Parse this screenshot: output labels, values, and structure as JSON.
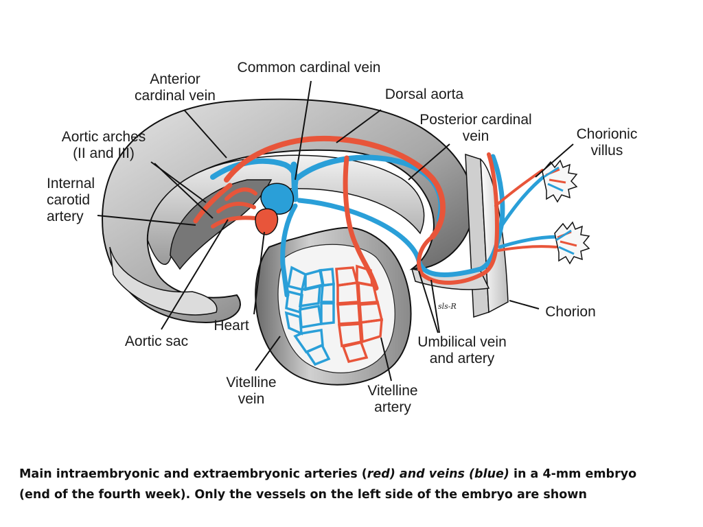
{
  "labels": {
    "anterior_cardinal_vein": [
      "Anterior",
      "cardinal vein"
    ],
    "common_cardinal_vein": [
      "Common cardinal vein"
    ],
    "dorsal_aorta": [
      "Dorsal aorta"
    ],
    "posterior_cardinal_vein": [
      "Posterior cardinal",
      "vein"
    ],
    "chorionic_villus": [
      "Chorionic",
      "villus"
    ],
    "aortic_arches": [
      "Aortic arches",
      "(II and III)"
    ],
    "internal_carotid_artery": [
      "Internal",
      "carotid",
      "artery"
    ],
    "heart": [
      "Heart"
    ],
    "aortic_sac": [
      "Aortic sac"
    ],
    "chorion": [
      "Chorion"
    ],
    "umbilical_vein_artery": [
      "Umbilical vein",
      "and artery"
    ],
    "vitelline_vein": [
      "Vitelline",
      "vein"
    ],
    "vitelline_artery": [
      "Vitelline",
      "artery"
    ]
  },
  "signature": "sls-R",
  "caption": {
    "line1_start": "Main intraembryonic and extraembryonic arteries (",
    "line1_em": "red) and veins (blue)",
    "line1_end": " in a 4-mm embryo",
    "line2": "(end of the fourth week). Only the vessels on the left side of the embryo are shown"
  },
  "colors": {
    "artery": "#e8553a",
    "vein": "#2a9fd8",
    "tissue_light": "#c8c8c8",
    "tissue_dark": "#5a5a5a",
    "outline": "#111111"
  }
}
